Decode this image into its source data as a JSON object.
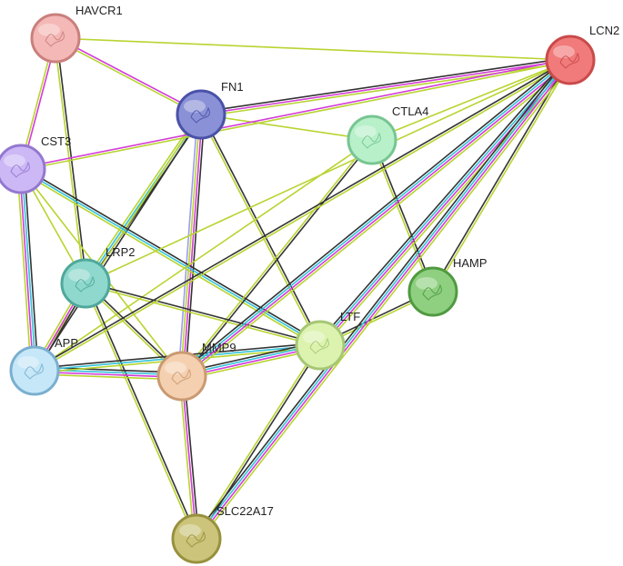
{
  "nodes": [
    {
      "id": "HAVCR1",
      "label": "HAVCR1",
      "color": "#f4b8b6",
      "stroke": "#c9807d"
    },
    {
      "id": "LCN2",
      "label": "LCN2",
      "color": "#f17a7a",
      "stroke": "#c94a4a"
    },
    {
      "id": "FN1",
      "label": "FN1",
      "color": "#8a91d6",
      "stroke": "#4a52a8"
    },
    {
      "id": "CTLA4",
      "label": "CTLA4",
      "color": "#b7f0c9",
      "stroke": "#78c592"
    },
    {
      "id": "CST3",
      "label": "CST3",
      "color": "#cdb8f6",
      "stroke": "#9478d0"
    },
    {
      "id": "LRP2",
      "label": "LRP2",
      "color": "#8fd8cd",
      "stroke": "#4fa89a"
    },
    {
      "id": "HAMP",
      "label": "HAMP",
      "color": "#8fcf80",
      "stroke": "#4f9a40"
    },
    {
      "id": "LTF",
      "label": "LTF",
      "color": "#dcf3b0",
      "stroke": "#a6c774"
    },
    {
      "id": "APP",
      "label": "APP",
      "color": "#c6e7f8",
      "stroke": "#7aafcf"
    },
    {
      "id": "MMP9",
      "label": "MMP9",
      "color": "#f5d0b0",
      "stroke": "#c99a72"
    },
    {
      "id": "SLC22A17",
      "label": "SLC22A17",
      "color": "#cbc47a",
      "stroke": "#97903e"
    }
  ],
  "edges": [
    {
      "from": "HAVCR1",
      "to": "LCN2",
      "types": [
        "textmining"
      ]
    },
    {
      "from": "HAVCR1",
      "to": "FN1",
      "types": [
        "experiment",
        "textmining"
      ]
    },
    {
      "from": "HAVCR1",
      "to": "CST3",
      "types": [
        "experiment",
        "textmining"
      ]
    },
    {
      "from": "HAVCR1",
      "to": "LRP2",
      "types": [
        "coexpression",
        "textmining"
      ]
    },
    {
      "from": "FN1",
      "to": "LCN2",
      "types": [
        "coexpression",
        "experiment",
        "textmining"
      ]
    },
    {
      "from": "FN1",
      "to": "CTLA4",
      "types": [
        "textmining"
      ]
    },
    {
      "from": "FN1",
      "to": "LRP2",
      "types": [
        "coexpression",
        "database",
        "textmining"
      ]
    },
    {
      "from": "FN1",
      "to": "APP",
      "types": [
        "coexpression",
        "textmining"
      ]
    },
    {
      "from": "FN1",
      "to": "MMP9",
      "types": [
        "coexpression",
        "experiment",
        "textmining",
        "homology"
      ]
    },
    {
      "from": "FN1",
      "to": "LTF",
      "types": [
        "coexpression",
        "textmining"
      ]
    },
    {
      "from": "CST3",
      "to": "LCN2",
      "types": [
        "experiment",
        "textmining"
      ]
    },
    {
      "from": "CST3",
      "to": "LRP2",
      "types": [
        "textmining"
      ]
    },
    {
      "from": "CST3",
      "to": "APP",
      "types": [
        "coexpression",
        "database",
        "experiment",
        "textmining"
      ]
    },
    {
      "from": "CST3",
      "to": "MMP9",
      "types": [
        "textmining"
      ]
    },
    {
      "from": "CST3",
      "to": "LTF",
      "types": [
        "coexpression",
        "database",
        "textmining"
      ]
    },
    {
      "from": "CTLA4",
      "to": "LCN2",
      "types": [
        "textmining"
      ]
    },
    {
      "from": "CTLA4",
      "to": "HAMP",
      "types": [
        "coexpression",
        "textmining"
      ]
    },
    {
      "from": "CTLA4",
      "to": "MMP9",
      "types": [
        "coexpression",
        "textmining"
      ]
    },
    {
      "from": "CTLA4",
      "to": "APP",
      "types": [
        "textmining"
      ]
    },
    {
      "from": "LRP2",
      "to": "LCN2",
      "types": [
        "textmining"
      ]
    },
    {
      "from": "LRP2",
      "to": "APP",
      "types": [
        "coexpression",
        "experiment",
        "textmining"
      ]
    },
    {
      "from": "LRP2",
      "to": "MMP9",
      "types": [
        "coexpression",
        "textmining"
      ]
    },
    {
      "from": "LRP2",
      "to": "LTF",
      "types": [
        "coexpression",
        "textmining"
      ]
    },
    {
      "from": "LRP2",
      "to": "SLC22A17",
      "types": [
        "coexpression",
        "textmining"
      ]
    },
    {
      "from": "APP",
      "to": "LCN2",
      "types": [
        "coexpression",
        "textmining"
      ]
    },
    {
      "from": "APP",
      "to": "MMP9",
      "types": [
        "coexpression",
        "database",
        "experiment",
        "textmining"
      ]
    },
    {
      "from": "APP",
      "to": "LTF",
      "types": [
        "coexpression",
        "database",
        "textmining"
      ]
    },
    {
      "from": "MMP9",
      "to": "LCN2",
      "types": [
        "coexpression",
        "database",
        "experiment",
        "textmining"
      ]
    },
    {
      "from": "MMP9",
      "to": "LTF",
      "types": [
        "coexpression",
        "database",
        "experiment",
        "textmining"
      ]
    },
    {
      "from": "MMP9",
      "to": "SLC22A17",
      "types": [
        "coexpression",
        "experiment",
        "textmining"
      ]
    },
    {
      "from": "LTF",
      "to": "LCN2",
      "types": [
        "coexpression",
        "database",
        "experiment",
        "textmining"
      ]
    },
    {
      "from": "LTF",
      "to": "HAMP",
      "types": [
        "coexpression",
        "textmining"
      ]
    },
    {
      "from": "LTF",
      "to": "SLC22A17",
      "types": [
        "coexpression",
        "textmining"
      ]
    },
    {
      "from": "HAMP",
      "to": "LCN2",
      "types": [
        "coexpression",
        "textmining"
      ]
    },
    {
      "from": "SLC22A17",
      "to": "LCN2",
      "types": [
        "coexpression",
        "database",
        "experiment",
        "textmining"
      ]
    }
  ],
  "edge_colors": {
    "coexpression": "#333333",
    "experiment": "#d43bd8",
    "database": "#33c2d9",
    "textmining": "#b8d430",
    "homology": "#9b9df2"
  }
}
